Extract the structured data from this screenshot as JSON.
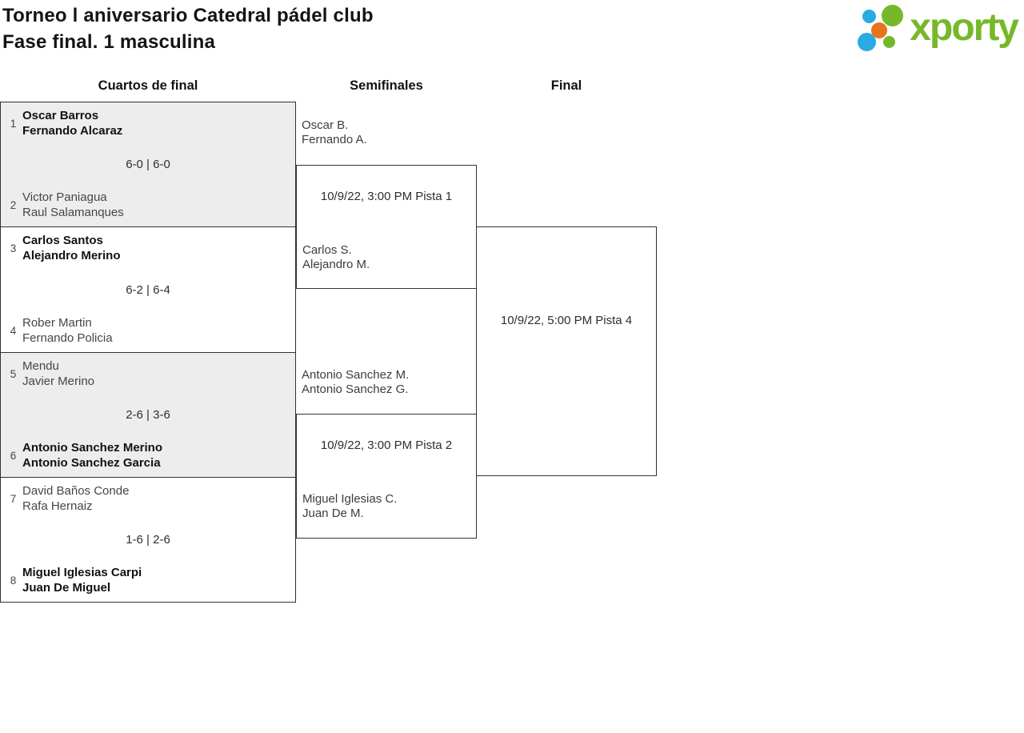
{
  "header": {
    "title_line1": "Torneo l aniversario Catedral pádel club",
    "title_line2": "Fase final. 1 masculina",
    "logo_text": "xporty"
  },
  "rounds": [
    {
      "label": "Cuartos de final"
    },
    {
      "label": "Semifinales"
    },
    {
      "label": "Final"
    }
  ],
  "quarterfinals": [
    {
      "seed_top": "1",
      "team_top": [
        "Oscar Barros",
        "Fernando Alcaraz"
      ],
      "top_winner": true,
      "score": "6-0 | 6-0",
      "seed_bottom": "2",
      "team_bottom": [
        "Victor Paniagua",
        "Raul Salamanques"
      ],
      "bottom_winner": false,
      "shaded": true
    },
    {
      "seed_top": "3",
      "team_top": [
        "Carlos Santos",
        "Alejandro Merino"
      ],
      "top_winner": true,
      "score": "6-2 | 6-4",
      "seed_bottom": "4",
      "team_bottom": [
        "Rober Martin",
        "Fernando Policia"
      ],
      "bottom_winner": false,
      "shaded": false
    },
    {
      "seed_top": "5",
      "team_top": [
        "Mendu",
        "Javier Merino"
      ],
      "top_winner": false,
      "score": "2-6 | 3-6",
      "seed_bottom": "6",
      "team_bottom": [
        "Antonio Sanchez Merino",
        "Antonio Sanchez Garcia"
      ],
      "bottom_winner": true,
      "shaded": true
    },
    {
      "seed_top": "7",
      "team_top": [
        "David Baños Conde",
        "Rafa Hernaiz"
      ],
      "top_winner": false,
      "score": "1-6 | 2-6",
      "seed_bottom": "8",
      "team_bottom": [
        "Miguel Iglesias Carpi",
        "Juan De Miguel"
      ],
      "bottom_winner": true,
      "shaded": false
    }
  ],
  "semifinals": [
    {
      "team_top": [
        "Oscar B.",
        "Fernando A."
      ],
      "schedule": "10/9/22, 3:00 PM Pista 1",
      "team_bottom": [
        "Carlos S.",
        "Alejandro M."
      ]
    },
    {
      "team_top": [
        "Antonio Sanchez M.",
        "Antonio Sanchez G."
      ],
      "schedule": "10/9/22, 3:00 PM Pista 2",
      "team_bottom": [
        "Miguel Iglesias C.",
        "Juan De M."
      ]
    }
  ],
  "final": {
    "schedule": "10/9/22, 5:00 PM Pista 4"
  },
  "colors": {
    "logo_green": "#76B82A",
    "logo_blue": "#29ABE2",
    "logo_orange": "#E8731F",
    "shaded_block_bg": "#EDEDED",
    "border": "#333333"
  }
}
